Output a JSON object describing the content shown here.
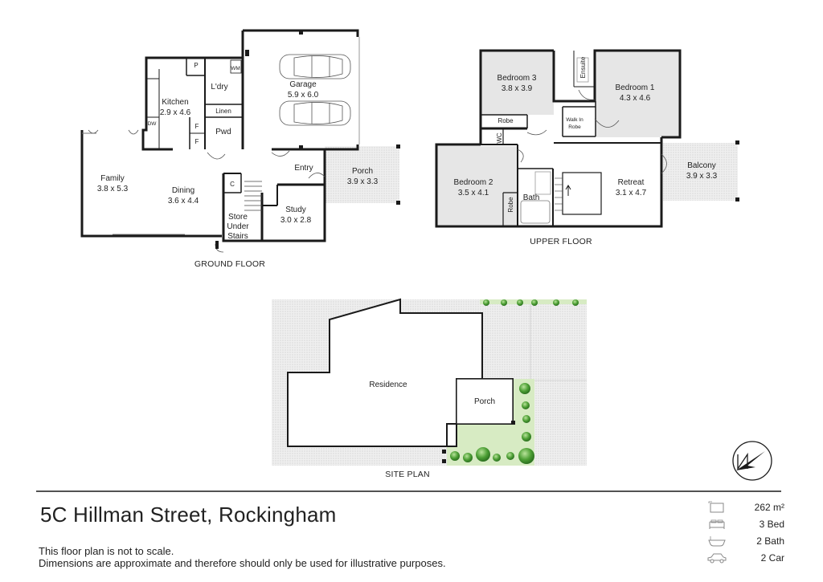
{
  "ground_floor": {
    "caption": "GROUND FLOOR",
    "rooms": {
      "garage": {
        "name": "Garage",
        "dims": "5.9 x 6.0"
      },
      "kitchen": {
        "name": "Kitchen",
        "dims": "2.9 x 4.6"
      },
      "laundry": {
        "name": "L'dry"
      },
      "linen": {
        "name": "Linen"
      },
      "powder": {
        "name": "Pwd"
      },
      "family": {
        "name": "Family",
        "dims": "3.8 x 5.3"
      },
      "dining": {
        "name": "Dining",
        "dims": "3.6 x 4.4"
      },
      "entry": {
        "name": "Entry"
      },
      "porch": {
        "name": "Porch",
        "dims": "3.9 x 3.3"
      },
      "study": {
        "name": "Study",
        "dims": "3.0 x 2.8"
      },
      "store": {
        "name_lines": [
          "Store",
          "Under",
          "Stairs"
        ]
      }
    },
    "fixtures": {
      "pantry": "P",
      "wm": "WM",
      "dw": "DW",
      "fridge_a": "F",
      "fridge_b": "F",
      "cupboard": "C"
    }
  },
  "upper_floor": {
    "caption": "UPPER FLOOR",
    "rooms": {
      "bedroom3": {
        "name": "Bedroom 3",
        "dims": "3.8 x 3.9"
      },
      "bedroom1": {
        "name": "Bedroom 1",
        "dims": "4.3 x 4.6"
      },
      "bedroom2": {
        "name": "Bedroom 2",
        "dims": "3.5 x 4.1"
      },
      "retreat": {
        "name": "Retreat",
        "dims": "3.1 x 4.7"
      },
      "balcony": {
        "name": "Balcony",
        "dims": "3.9 x 3.3"
      },
      "bath": {
        "name": "Bath"
      },
      "ensuite": {
        "name": "Ensuite"
      },
      "robe_b3": {
        "name": "Robe"
      },
      "robe_b2": {
        "name": "Robe"
      },
      "wc": {
        "name": "WC"
      },
      "wir": {
        "name_lines": [
          "Walk In",
          "Robe"
        ]
      }
    }
  },
  "site_plan": {
    "caption": "SITE PLAN",
    "residence": "Residence",
    "porch": "Porch"
  },
  "address": "5C Hillman Street, Rockingham",
  "disclaimer": [
    "This floor plan is not to scale.",
    "Dimensions are approximate and therefore should only be used for illustrative purposes."
  ],
  "stats": [
    {
      "icon": "land-area-icon",
      "value": "262 m²"
    },
    {
      "icon": "bed-icon",
      "value": "3 Bed"
    },
    {
      "icon": "bath-icon",
      "value": "2 Bath"
    },
    {
      "icon": "car-icon",
      "value": "2 Car"
    }
  ],
  "colors": {
    "wall": "#1a1a1a",
    "shaded_room": "#e6e6e6",
    "paving": "#e8e8e8",
    "lawn": "#d7ebc3",
    "tree": "#3f8f2e"
  }
}
